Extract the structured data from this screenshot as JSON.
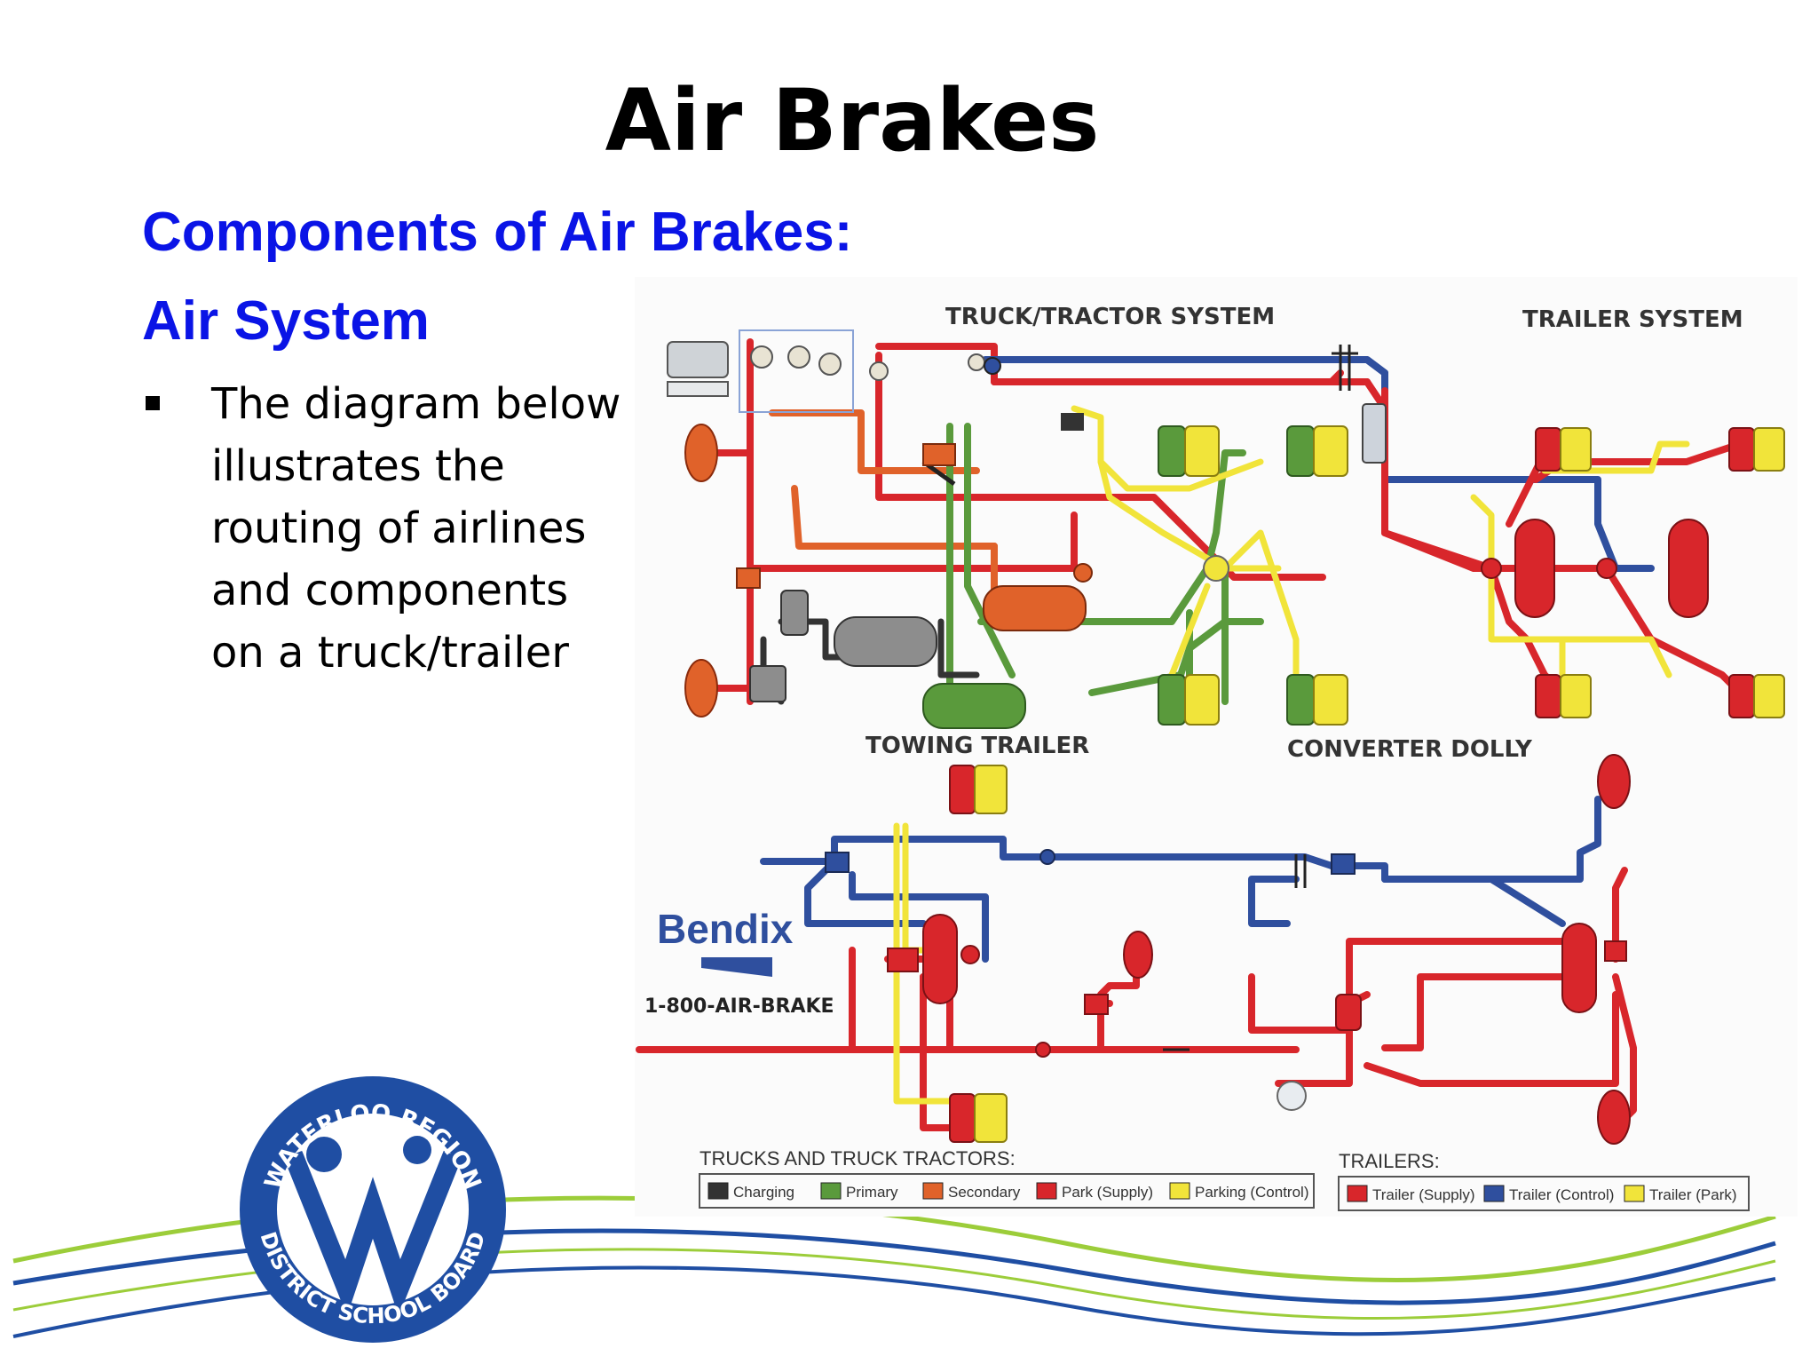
{
  "slide": {
    "title": "Air Brakes",
    "subtitle": "Components of Air Brakes:",
    "section": "Air System",
    "bullet": "The diagram below illustrates the routing of airlines and components on a truck/trailer"
  },
  "diagram": {
    "sections": {
      "truck": "TRUCK/TRACTOR SYSTEM",
      "trailer": "TRAILER SYSTEM",
      "towing": "TOWING TRAILER",
      "dolly": "CONVERTER DOLLY"
    },
    "brand": {
      "name": "Bendix",
      "phone": "1-800-AIR-BRAKE"
    },
    "colors": {
      "charging": "#333333",
      "primary": "#5a9a3c",
      "secondary": "#e0622a",
      "park": "#d8262b",
      "control": "#f1e43a",
      "trailer_control": "#2f4f9e"
    }
  },
  "legend": {
    "trucks_heading": "TRUCKS AND TRUCK TRACTORS:",
    "trucks": [
      {
        "label": "Charging",
        "color": "#333333"
      },
      {
        "label": "Primary",
        "color": "#5a9a3c"
      },
      {
        "label": "Secondary",
        "color": "#e0622a"
      },
      {
        "label": "Park (Supply)",
        "color": "#d8262b"
      },
      {
        "label": "Parking (Control)",
        "color": "#f1e43a"
      }
    ],
    "trailers_heading": "TRAILERS:",
    "trailers": [
      {
        "label": "Trailer (Supply)",
        "color": "#d8262b"
      },
      {
        "label": "Trailer (Control)",
        "color": "#2f4f9e"
      },
      {
        "label": "Trailer (Park)",
        "color": "#f1e43a"
      }
    ]
  },
  "logo": {
    "top_text": "WATERLOO REGION",
    "bottom_text": "DISTRICT SCHOOL BOARD"
  }
}
